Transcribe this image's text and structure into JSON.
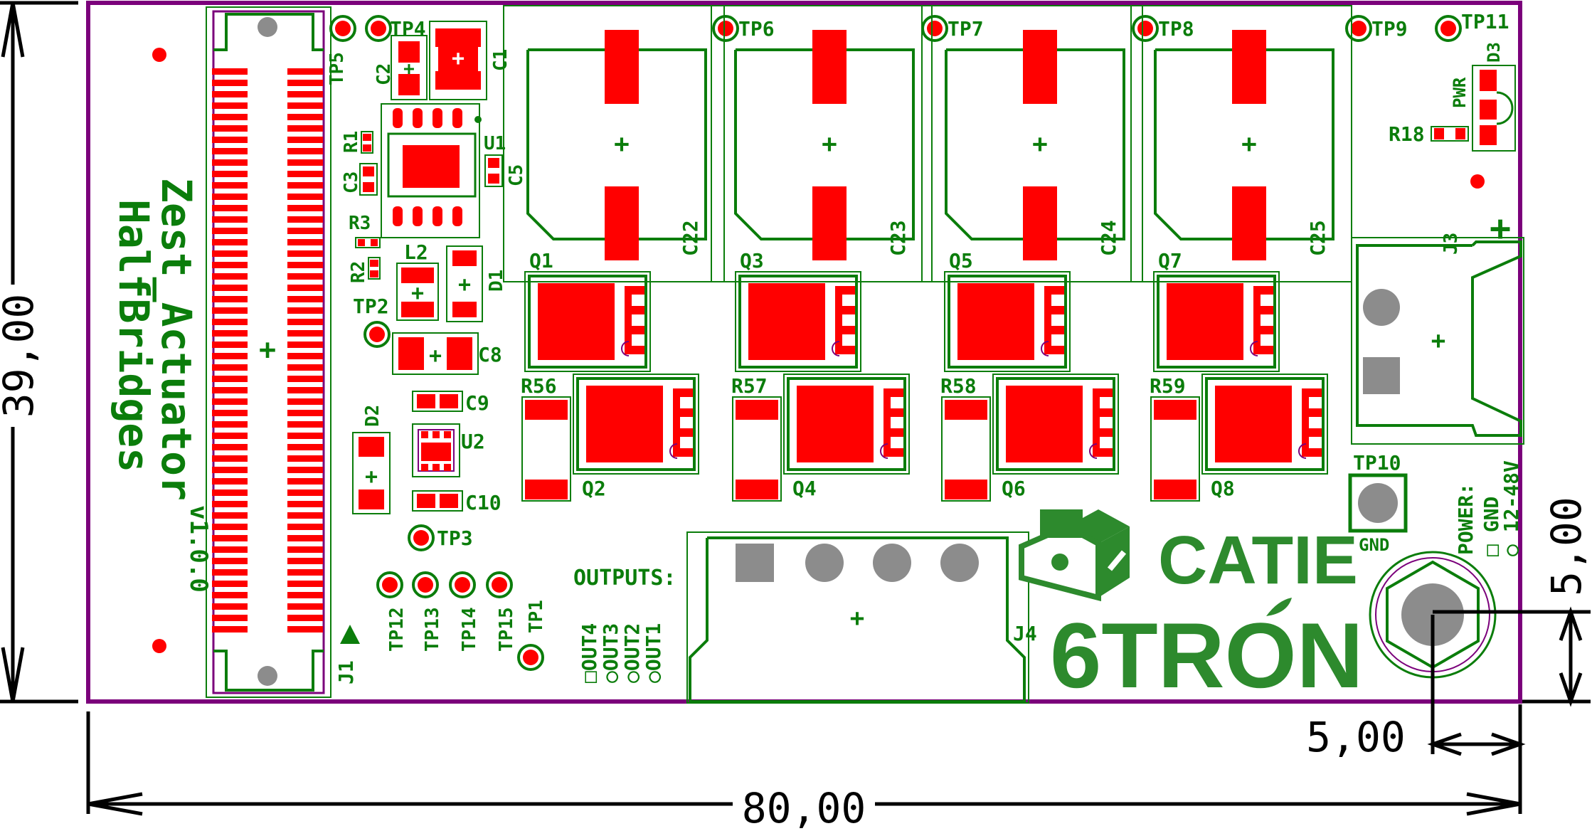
{
  "colors": {
    "outline": "#7b007b",
    "silk": "#0b7d0b",
    "pad": "#ff0000",
    "hole": "#8c8c8c",
    "dim": "#000000"
  },
  "board": {
    "title": "Zest_Actuator",
    "subtitle": "HalfBridges",
    "version": "v1.0.0",
    "power_label": "POWER:",
    "power_gnd": "□ GND",
    "power_volt": "○ 12-48V",
    "outputs_label": "OUTPUTS:",
    "outputs": [
      "□OUT4",
      "○OUT3",
      "○OUT2",
      "○OUT1"
    ],
    "pwr_label": "PWR",
    "gnd_label": "GND",
    "plus_sign": "+"
  },
  "logo": {
    "line1": "CATIE",
    "line2": "6TRON"
  },
  "refs": {
    "TP1": "TP1",
    "TP2": "TP2",
    "TP3": "TP3",
    "TP4": "TP4",
    "TP5": "TP5",
    "TP6": "TP6",
    "TP7": "TP7",
    "TP8": "TP8",
    "TP9": "TP9",
    "TP10": "TP10",
    "TP11": "TP11",
    "TP12": "TP12",
    "TP13": "TP13",
    "TP14": "TP14",
    "TP15": "TP15",
    "C1": "C1",
    "C2": "C2",
    "C3": "C3",
    "C5": "C5",
    "C8": "C8",
    "C9": "C9",
    "C10": "C10",
    "C22": "C22",
    "C23": "C23",
    "C24": "C24",
    "C25": "C25",
    "R1": "R1",
    "R2": "R2",
    "R3": "R3",
    "R18": "R18",
    "R56": "R56",
    "R57": "R57",
    "R58": "R58",
    "R59": "R59",
    "Q1": "Q1",
    "Q2": "Q2",
    "Q3": "Q3",
    "Q4": "Q4",
    "Q5": "Q5",
    "Q6": "Q6",
    "Q7": "Q7",
    "Q8": "Q8",
    "U1": "U1",
    "U2": "U2",
    "L2": "L2",
    "D1": "D1",
    "D2": "D2",
    "D3": "D3",
    "J1": "J1",
    "J3": "J3",
    "J4": "J4"
  },
  "dimensions": {
    "width": "80,00",
    "height": "39,00",
    "hole_y": "5,00",
    "hole_x": "5,00"
  }
}
